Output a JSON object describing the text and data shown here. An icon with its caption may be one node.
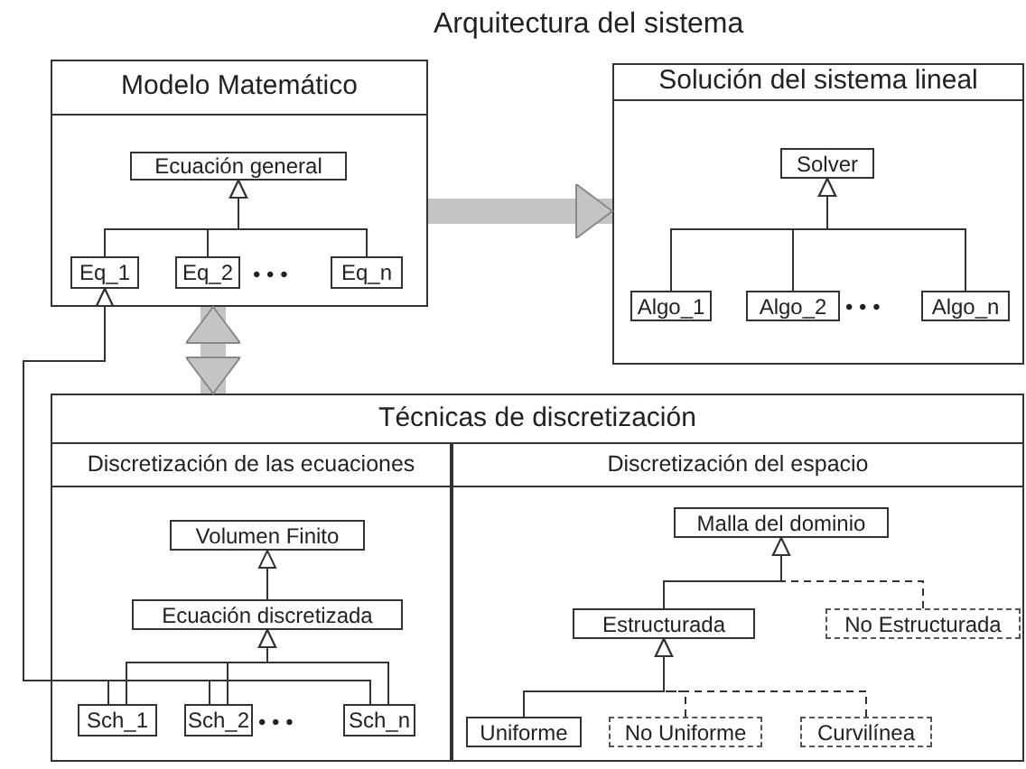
{
  "diagram": {
    "title": "Arquitectura del sistema",
    "nodes": [
      {
        "text": [
          "Modelo Matemático"
        ]
      },
      {
        "text": [
          "Ecuación general"
        ],
        "in": 0
      },
      {
        "text": [
          "Eq_1"
        ],
        "in": 0
      },
      {
        "text": [
          "Eq_2"
        ],
        "in": 0
      },
      {
        "text": [
          "Eq_n"
        ],
        "in": 0
      },
      {
        "text": [
          "Solución del sistema lineal"
        ]
      },
      {
        "text": [
          "Solver"
        ],
        "in": 5
      },
      {
        "text": [
          "Algo_1"
        ],
        "in": 5
      },
      {
        "text": [
          "Algo_2"
        ],
        "in": 5
      },
      {
        "text": [
          "Algo_n"
        ],
        "in": 5
      },
      {
        "text": [
          "Técnicas de discretización"
        ]
      },
      {
        "text": [
          "Discretización de las ecuaciones"
        ],
        "in": 10
      },
      {
        "text": [
          "Volumen Finito"
        ],
        "in": 11
      },
      {
        "text": [
          "Ecuación discretizada"
        ],
        "in": 11
      },
      {
        "text": [
          "Sch_1"
        ],
        "in": 11
      },
      {
        "text": [
          "Sch_2"
        ],
        "in": 11
      },
      {
        "text": [
          "Sch_n"
        ],
        "in": 11
      },
      {
        "text": [
          "Discretización del espacio"
        ],
        "in": 10
      },
      {
        "text": [
          "Malla del dominio"
        ],
        "in": 17
      },
      {
        "text": [
          "Estructurada"
        ],
        "in": 17
      },
      {
        "text": [
          "No Estructurada"
        ],
        "in": 17
      },
      {
        "text": [
          "Uniforme"
        ],
        "in": 17
      },
      {
        "text": [
          "No Uniforme"
        ],
        "in": 17
      },
      {
        "text": [
          "Curvilínea"
        ],
        "in": 17
      }
    ],
    "edges": [
      {
        "from": 2,
        "to": 1,
        "arrow": "to"
      },
      {
        "from": 3,
        "to": 1,
        "arrow": "to"
      },
      {
        "from": 4,
        "to": 1,
        "arrow": "to"
      },
      {
        "from": 7,
        "to": 6,
        "arrow": "to"
      },
      {
        "from": 8,
        "to": 6,
        "arrow": "to"
      },
      {
        "from": 9,
        "to": 6,
        "arrow": "to"
      },
      {
        "from": 0,
        "to": 5,
        "arrow": "to",
        "style": "thick",
        "color": "#c4c4c4"
      },
      {
        "from": 0,
        "to": 10,
        "arrow": "both",
        "style": "thick",
        "color": "#c4c4c4"
      },
      {
        "from": 13,
        "to": 12,
        "arrow": "to"
      },
      {
        "from": 14,
        "to": 13,
        "arrow": "to"
      },
      {
        "from": 15,
        "to": 13,
        "arrow": "to"
      },
      {
        "from": 16,
        "to": 13,
        "arrow": "to"
      },
      {
        "from": 14,
        "to": 2,
        "arrow": "to"
      },
      {
        "from": 15,
        "to": 2,
        "arrow": "to"
      },
      {
        "from": 16,
        "to": 2,
        "arrow": "to"
      },
      {
        "from": 19,
        "to": 18,
        "arrow": "to"
      },
      {
        "from": 20,
        "to": 18,
        "arrow": "to",
        "style": "dashed"
      },
      {
        "from": 21,
        "to": 19,
        "arrow": "to"
      },
      {
        "from": 22,
        "to": 19,
        "arrow": "to",
        "style": "dashed"
      },
      {
        "from": 23,
        "to": 19,
        "arrow": "to",
        "style": "dashed"
      }
    ],
    "labels": [
      "• • •",
      "• • •",
      "• • •"
    ]
  }
}
